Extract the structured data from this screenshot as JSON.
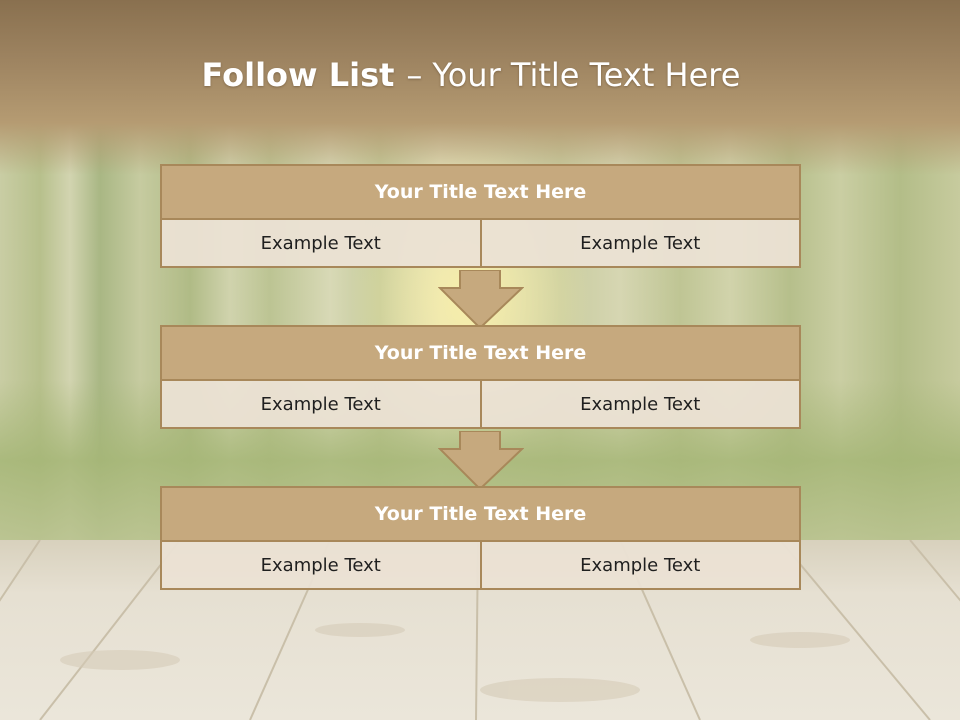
{
  "title": {
    "bold": "Follow List",
    "dash": "–",
    "rest": "Your Title Text Here"
  },
  "blocks": [
    {
      "header": "Your Title Text Here",
      "left": "Example Text",
      "right": "Example Text"
    },
    {
      "header": "Your Title Text Here",
      "left": "Example Text",
      "right": "Example Text"
    },
    {
      "header": "Your Title Text Here",
      "left": "Example Text",
      "right": "Example Text"
    }
  ],
  "colors": {
    "header_fill": "#c6a97e",
    "border": "#a8885a",
    "cell_fill": "#ebe2d4",
    "banner": "#9e8461"
  }
}
